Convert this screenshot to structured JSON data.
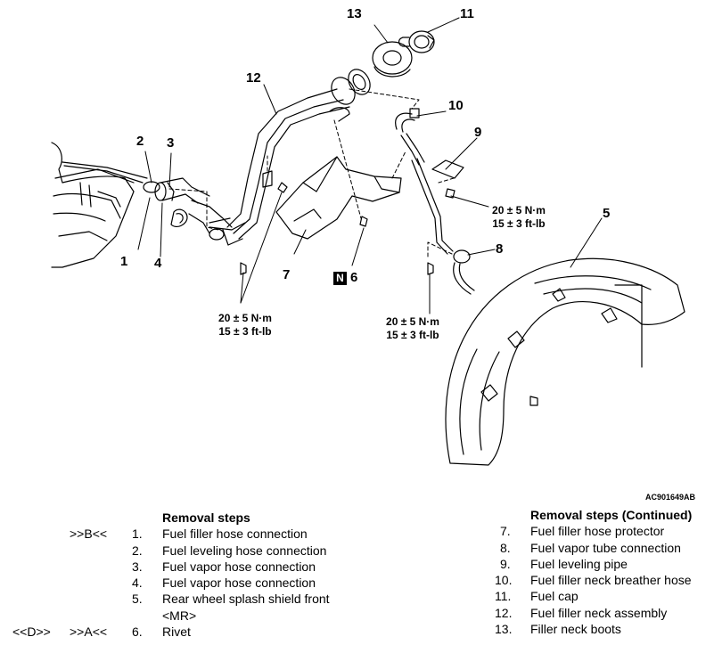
{
  "figure": {
    "callouts": [
      "1",
      "2",
      "3",
      "4",
      "5",
      "6",
      "7",
      "8",
      "9",
      "10",
      "11",
      "12",
      "13"
    ],
    "torque_left": [
      "20 ± 5 N·m",
      "15 ± 3 ft-lb"
    ],
    "torque_mid": [
      "20 ± 5 N·m",
      "15 ± 3 ft-lb"
    ],
    "torque_right": [
      "20 ± 5 N·m",
      "15 ± 3 ft-lb"
    ],
    "n_marker": "N",
    "figure_id": "AC901649AB"
  },
  "left_steps": {
    "heading": "Removal steps",
    "rows": [
      {
        "mark1": "",
        "mark2": ">>B<<",
        "num": "1.",
        "text": "Fuel filler hose connection"
      },
      {
        "mark1": "",
        "mark2": "",
        "num": "2.",
        "text": "Fuel leveling hose connection"
      },
      {
        "mark1": "",
        "mark2": "",
        "num": "3.",
        "text": "Fuel vapor hose connection"
      },
      {
        "mark1": "",
        "mark2": "",
        "num": "4.",
        "text": "Fuel vapor hose connection"
      },
      {
        "mark1": "",
        "mark2": "",
        "num": "5.",
        "text": "Rear wheel splash shield front"
      },
      {
        "mark1": "",
        "mark2": "",
        "num": "",
        "text": "<MR>"
      },
      {
        "mark1": "<<D>>",
        "mark2": ">>A<<",
        "num": "6.",
        "text": "Rivet"
      }
    ]
  },
  "right_steps": {
    "heading": "Removal steps (Continued)",
    "rows": [
      {
        "num": "7.",
        "text": "Fuel filler hose protector"
      },
      {
        "num": "8.",
        "text": "Fuel vapor tube connection"
      },
      {
        "num": "9.",
        "text": "Fuel leveling pipe"
      },
      {
        "num": "10.",
        "text": "Fuel filler neck breather hose"
      },
      {
        "num": "11.",
        "text": "Fuel cap"
      },
      {
        "num": "12.",
        "text": "Fuel filler neck assembly"
      },
      {
        "num": "13.",
        "text": "Filler neck boots"
      }
    ]
  }
}
